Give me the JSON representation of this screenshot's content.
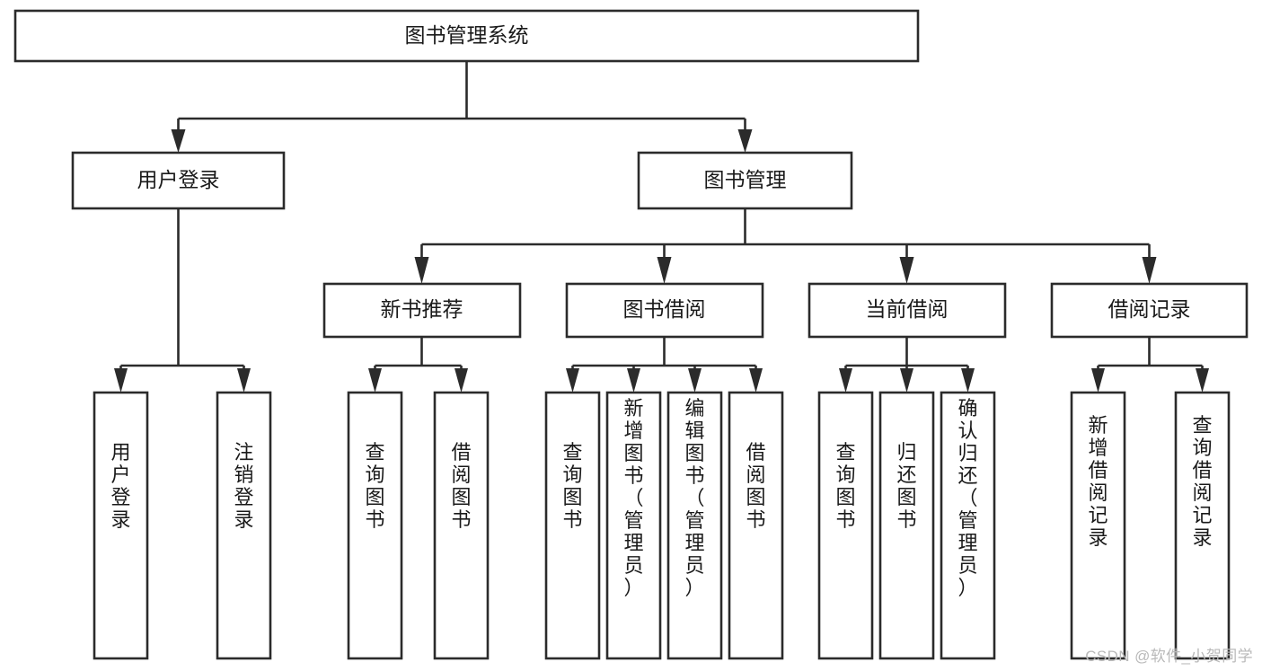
{
  "diagram": {
    "type": "tree-hierarchy-chart",
    "title": "图书管理系统",
    "orientation": "top-down",
    "colors": {
      "stroke": "#2b2b2b",
      "fill": "#ffffff",
      "text": "#1a1a1a",
      "watermark": "#b9b9b9"
    },
    "nodes": {
      "root": {
        "label": "图书管理系统",
        "level": 1,
        "text_direction": "horizontal"
      },
      "level2": [
        {
          "id": "user-login",
          "label": "用户登录",
          "text_direction": "horizontal"
        },
        {
          "id": "book-manage",
          "label": "图书管理",
          "text_direction": "horizontal"
        }
      ],
      "level3": [
        {
          "id": "new-book-recommend",
          "label": "新书推荐",
          "text_direction": "horizontal"
        },
        {
          "id": "book-borrow",
          "label": "图书借阅",
          "text_direction": "horizontal"
        },
        {
          "id": "current-borrow",
          "label": "当前借阅",
          "text_direction": "horizontal"
        },
        {
          "id": "borrow-record",
          "label": "借阅记录",
          "text_direction": "horizontal"
        }
      ],
      "leaves": [
        {
          "id": "leaf-user-login",
          "parent": "user-login",
          "label": "用户登录",
          "text_direction": "vertical"
        },
        {
          "id": "leaf-user-logout",
          "parent": "user-login",
          "label": "注销登录",
          "text_direction": "vertical"
        },
        {
          "id": "leaf-query-book-1",
          "parent": "new-book-recommend",
          "label": "查询图书",
          "text_direction": "vertical"
        },
        {
          "id": "leaf-borrow-book-1",
          "parent": "new-book-recommend",
          "label": "借阅图书",
          "text_direction": "vertical"
        },
        {
          "id": "leaf-query-book-2",
          "parent": "book-borrow",
          "label": "查询图书",
          "text_direction": "vertical"
        },
        {
          "id": "leaf-add-book",
          "parent": "book-borrow",
          "label": "新增图书（管理员）",
          "text_direction": "vertical"
        },
        {
          "id": "leaf-edit-book",
          "parent": "book-borrow",
          "label": "编辑图书（管理员）",
          "text_direction": "vertical"
        },
        {
          "id": "leaf-borrow-book-2",
          "parent": "book-borrow",
          "label": "借阅图书",
          "text_direction": "vertical"
        },
        {
          "id": "leaf-query-book-3",
          "parent": "current-borrow",
          "label": "查询图书",
          "text_direction": "vertical"
        },
        {
          "id": "leaf-return-book",
          "parent": "current-borrow",
          "label": "归还图书",
          "text_direction": "vertical"
        },
        {
          "id": "leaf-confirm-return",
          "parent": "current-borrow",
          "label": "确认归还（管理员）",
          "text_direction": "vertical"
        },
        {
          "id": "leaf-add-record",
          "parent": "borrow-record",
          "label": "新增借阅记录",
          "text_direction": "vertical"
        },
        {
          "id": "leaf-query-record",
          "parent": "borrow-record",
          "label": "查询借阅记录",
          "text_direction": "vertical"
        }
      ]
    }
  },
  "watermark": {
    "text": "CSDN @软件_小贺同学"
  }
}
